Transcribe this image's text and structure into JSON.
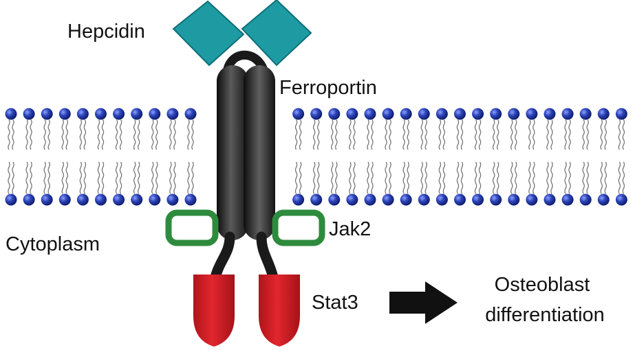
{
  "labels": {
    "hepcidin": "Hepcidin",
    "ferroportin": "Ferroportin",
    "cytoplasm": "Cytoplasm",
    "jak2": "Jak2",
    "stat3": "Stat3",
    "outcome_line1": "Osteoblast",
    "outcome_line2": "differentiation"
  },
  "colors": {
    "hepcidin": "#1e9aa3",
    "ferroportin": "#2a2a2a",
    "jak2": "#2e8b3e",
    "stat3": "#d42128",
    "lipid_head": "#2b43b8",
    "arrow": "#111111"
  },
  "icons": {
    "arrow": "right-arrow-icon"
  }
}
